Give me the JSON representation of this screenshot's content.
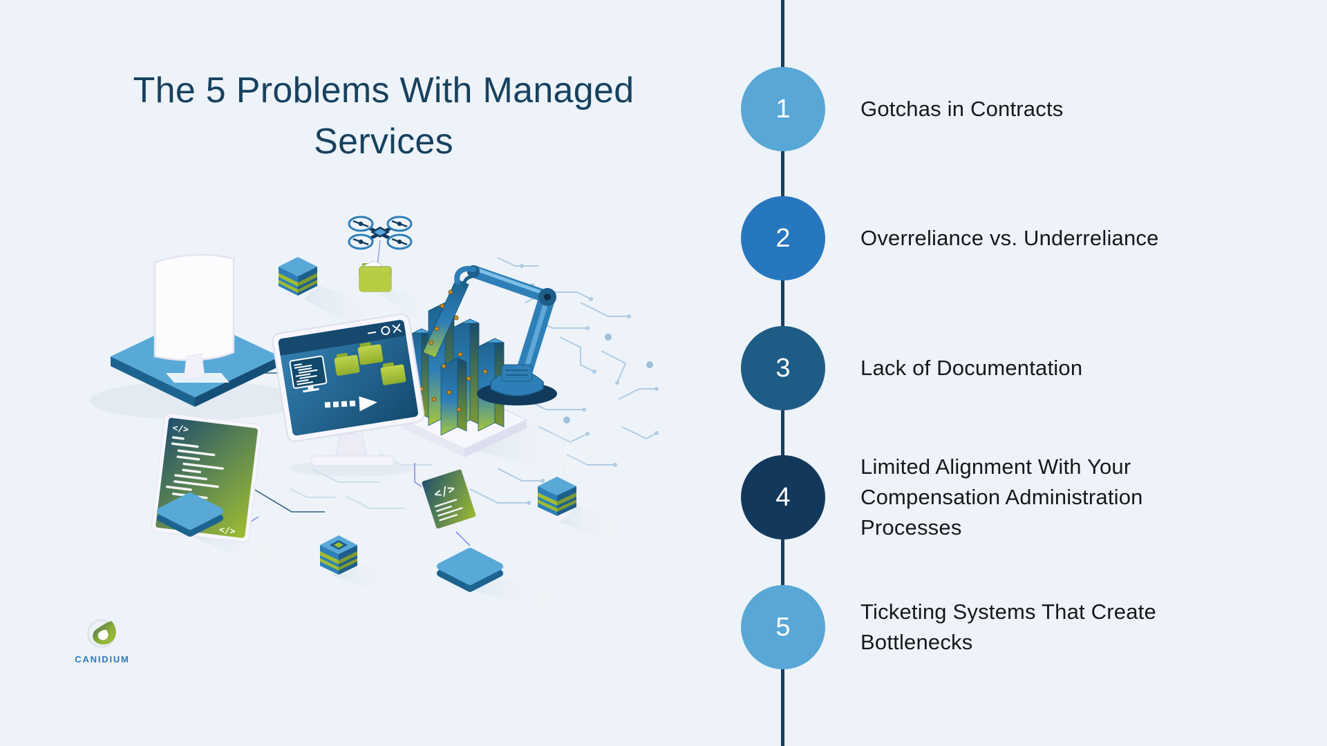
{
  "page": {
    "background_color": "#edf3f8"
  },
  "title": {
    "lines": [
      "The 5 Problems With Managed",
      "Services"
    ],
    "color": "#17415f"
  },
  "timeline": {
    "line_color": "#173f5f",
    "number_color": "#ffffff",
    "label_color": "#16181b",
    "items": [
      {
        "number": "1",
        "label": "Gotchas in Contracts",
        "color": "#58a7d6"
      },
      {
        "number": "2",
        "label": "Overreliance vs. Underreliance",
        "color": "#2777be"
      },
      {
        "number": "3",
        "label": "Lack of Documentation",
        "color": "#1d5c85"
      },
      {
        "number": "4",
        "label": "Limited Alignment With Your Compensation Administration Processes",
        "color": "#12395c"
      },
      {
        "number": "5",
        "label": "Ticketing Systems That Create Bottlenecks",
        "color": "#58a7d6"
      }
    ]
  },
  "logo": {
    "name": "CANIDIUM",
    "text_color": "#2e79bd",
    "leaf_green": "#a6c53e",
    "leaf_dark_green": "#4a6b52",
    "ring_color": "#dfe3ea"
  },
  "illustration": {
    "code_glyph": "</>",
    "elements": [
      "desktop-computer-on-platform",
      "tilted-code-window-monitor",
      "code-terminal-panel",
      "small-code-tile",
      "server-stack-cube",
      "server-stack-cube-small",
      "robot-arm",
      "circuit-bar-towers",
      "drone-carrying-folder",
      "circuit-board-traces",
      "connector-lines",
      "blue-platform-tiles"
    ],
    "palette": {
      "light_blue": "#58a9d8",
      "mid_blue": "#2e7fb8",
      "dark_blue": "#1d5e8a",
      "navy": "#123a5c",
      "olive_green": "#9ebd33",
      "trace_blue": "#a6c6e0",
      "white": "#ffffff",
      "lavender_edge": "#dedef0"
    }
  }
}
